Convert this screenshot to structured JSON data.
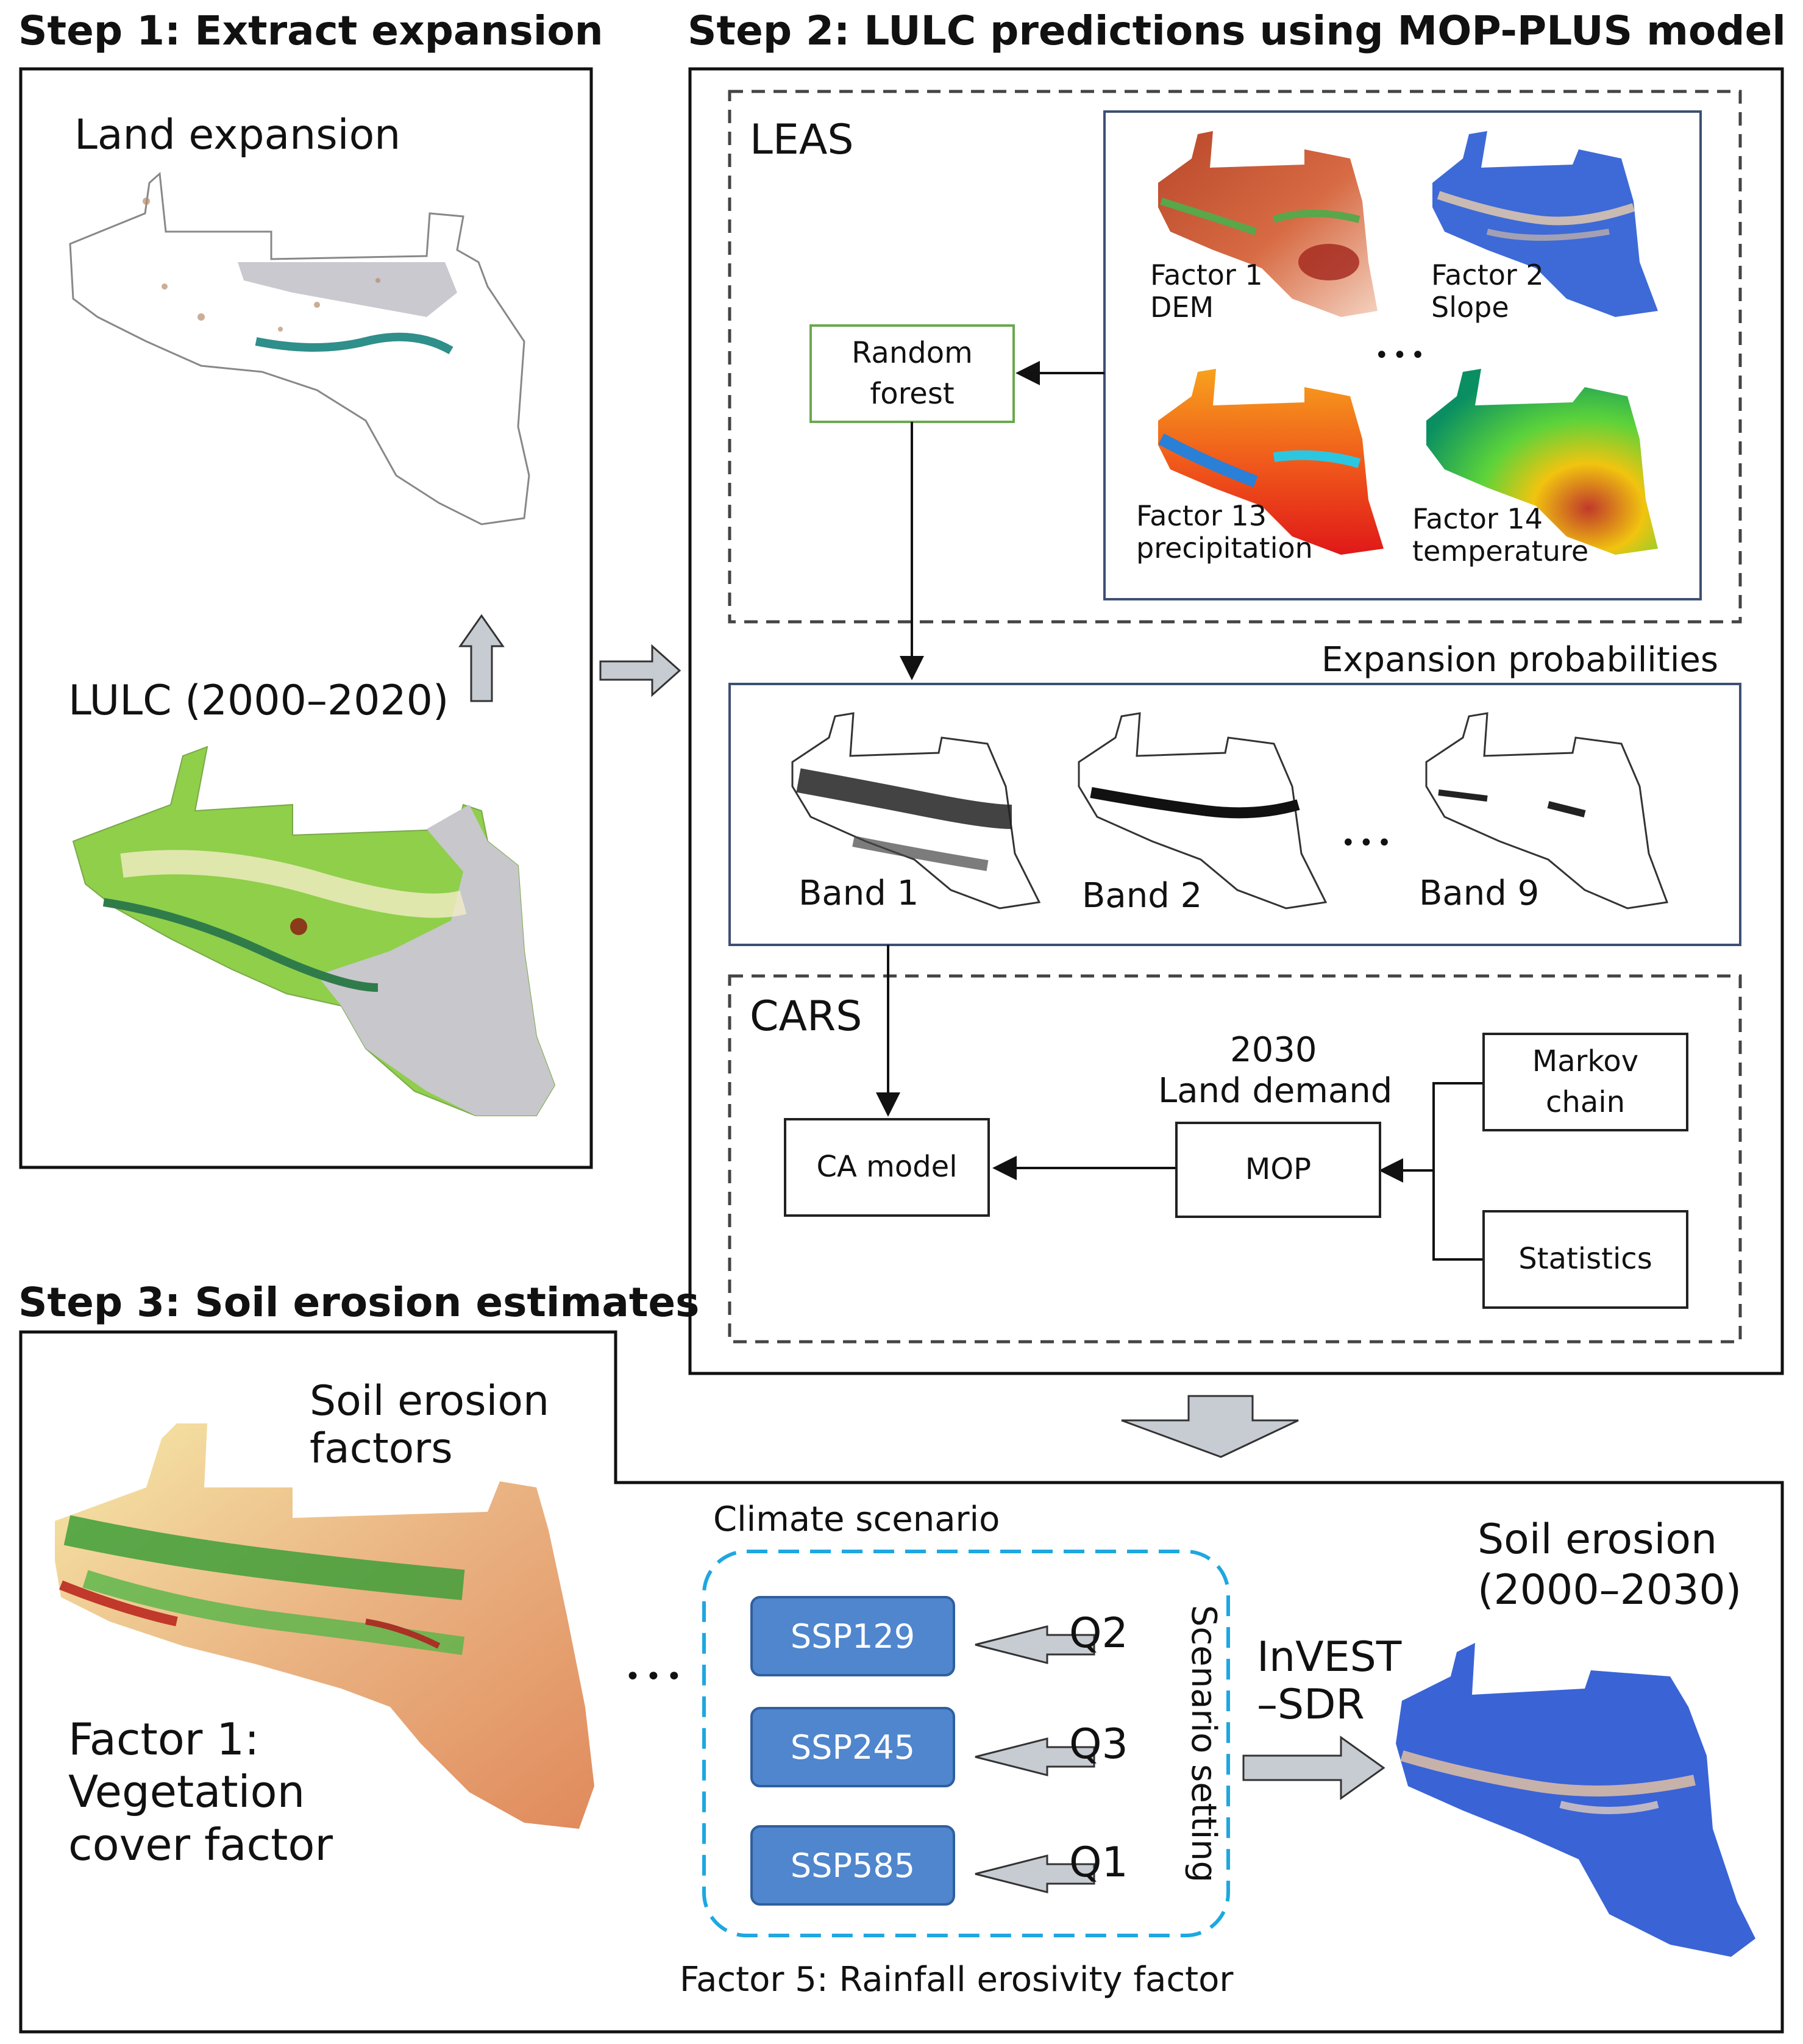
{
  "step1": {
    "title": "Step 1: Extract expansion",
    "land_expansion_label": "Land expansion",
    "lulc_label": "LULC (2000–2020)"
  },
  "step2": {
    "title": "Step 2: LULC predictions using MOP-PLUS model",
    "leas": {
      "label": "LEAS",
      "random_forest": [
        "Random",
        "forest"
      ],
      "factors": [
        {
          "line1": "Factor 1",
          "line2": "DEM"
        },
        {
          "line1": "Factor 2",
          "line2": "Slope"
        },
        {
          "line1": "Factor 13",
          "line2": "precipitation"
        },
        {
          "line1": "Factor 14",
          "line2": "temperature"
        }
      ],
      "ellipsis": "•••"
    },
    "expansion": {
      "label": "Expansion probabilities",
      "bands": [
        "Band 1",
        "Band 2",
        "Band 9"
      ],
      "ellipsis": "•••"
    },
    "cars": {
      "label": "CARS",
      "ca_model": "CA model",
      "mop": "MOP",
      "demand_year": "2030",
      "demand_label": "Land demand",
      "markov": [
        "Markov",
        "chain"
      ],
      "statistics": "Statistics"
    }
  },
  "step3": {
    "title": "Step 3: Soil erosion estimates",
    "soil_factors_label": [
      "Soil erosion",
      "factors"
    ],
    "factor1_label": [
      "Factor 1:",
      "Vegetation",
      "cover factor"
    ],
    "ellipsis": "•••",
    "climate_scenario_label": "Climate scenario",
    "scenarios": [
      {
        "name": "SSP129",
        "q": "Q2"
      },
      {
        "name": "SSP245",
        "q": "Q3"
      },
      {
        "name": "SSP585",
        "q": "Q1"
      }
    ],
    "scenario_setting_label": "Scenario setting",
    "invest_label": [
      "InVEST",
      "–SDR"
    ],
    "soil_erosion_label": [
      "Soil erosion",
      "(2000–2030)"
    ],
    "factor5_label": "Factor 5: Rainfall erosivity factor"
  },
  "colors": {
    "navy_border": "#3d4f73",
    "green_border": "#6aa84f",
    "ssp_blue": "#4f86cd",
    "dash_blue": "#1ea7e0",
    "arrow_gray": "#c7cbd2"
  }
}
